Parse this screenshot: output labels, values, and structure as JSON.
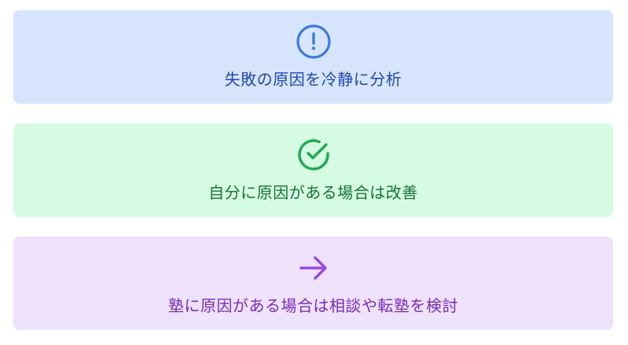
{
  "cards": [
    {
      "icon": "alert-circle-icon",
      "label": "失敗の原因を冷静に分析",
      "bg_color": "#d6e5fd",
      "icon_color": "#3b78e0",
      "text_color": "#1f46b4"
    },
    {
      "icon": "check-circle-icon",
      "label": "自分に原因がある場合は改善",
      "bg_color": "#d6fbe3",
      "icon_color": "#1faa4f",
      "text_color": "#16733b"
    },
    {
      "icon": "arrow-right-icon",
      "label": "塾に原因がある場合は相談や転塾を検討",
      "bg_color": "#eee2fd",
      "icon_color": "#9747e8",
      "text_color": "#7a2bbf"
    }
  ]
}
